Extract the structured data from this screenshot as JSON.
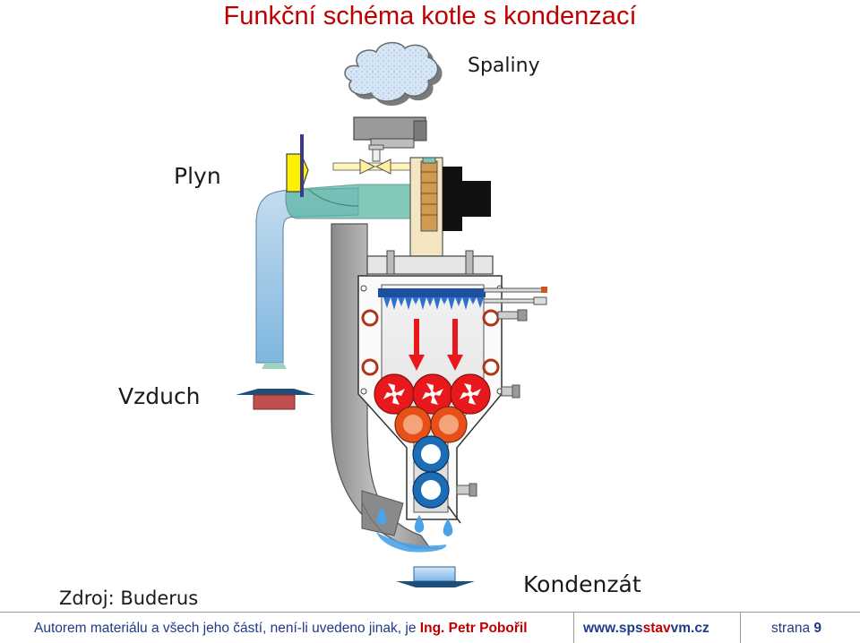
{
  "title": "Funkční schéma kotle s kondenzací",
  "labels": {
    "flue_gas": "Spaliny",
    "gas": "Plyn",
    "air": "Vzduch",
    "condensate": "Kondenzát",
    "source": "Zdroj: Buderus"
  },
  "footer": {
    "authorship_prefix": "Autorem materiálu a všech jeho částí, není-li uvedeno jinak, je",
    "author": "Ing. Petr Pobořil",
    "web_prefix": "www.sps",
    "web_mid": "stav",
    "web_suffix": "vm.cz",
    "page_label": "strana",
    "page_number": "9"
  },
  "colors": {
    "title": "#c00000",
    "flame_red": "#e8191c",
    "hot_pipe_orange": "#e8501a",
    "cold_pipe_blue": "#1c6db5",
    "air_arrow": "#c0504d",
    "condensate_arrow": "#8fc2ef",
    "gas_valve_yellow": "#ffef00",
    "intake_teal": "#5bb6a4",
    "water_drop": "#4aa3e8"
  }
}
